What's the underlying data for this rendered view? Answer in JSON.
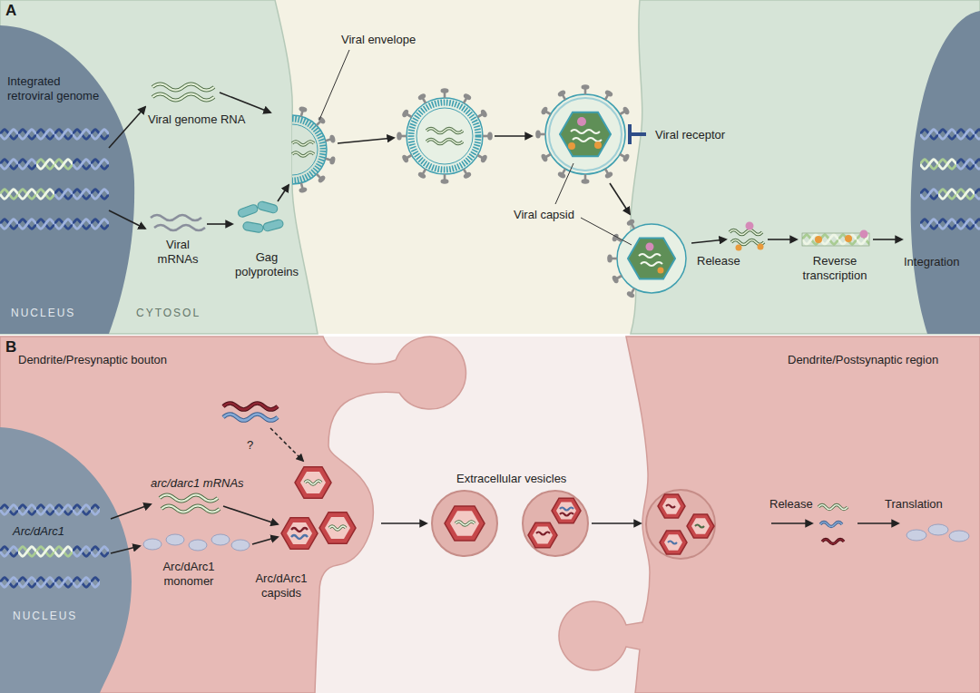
{
  "diagram": {
    "nodes": [
      {
        "text": [
          "A"
        ]
      },
      {
        "text": [
          "CYTOSOL"
        ],
        "in": 0
      },
      {
        "text": [
          "Integrated retroviral genome",
          "NUCLEUS"
        ],
        "in": 1
      },
      {
        "text": [
          "B"
        ]
      },
      {
        "text": [
          "Dendrite/Presynaptic bouton"
        ],
        "in": 3
      },
      {
        "text": [
          "Arc/dArc1",
          "NUCLEUS"
        ],
        "in": 4
      },
      {
        "text": [
          "Dendrite/Postsynaptic region"
        ],
        "in": 3
      }
    ],
    "labels": [
      "Viral envelope",
      "Viral genome RNA",
      "Viral receptor",
      "Viral capsid",
      "Viral mRNAs",
      "Gag polyproteins",
      "Release",
      "Reverse transcription",
      "Integration",
      "?",
      "arc/darc1 mRNAs",
      "Extracellular vesicles",
      "Release",
      "Translation",
      "Arc/dArc1 monomer",
      "Arc/dArc1 capsids"
    ]
  }
}
